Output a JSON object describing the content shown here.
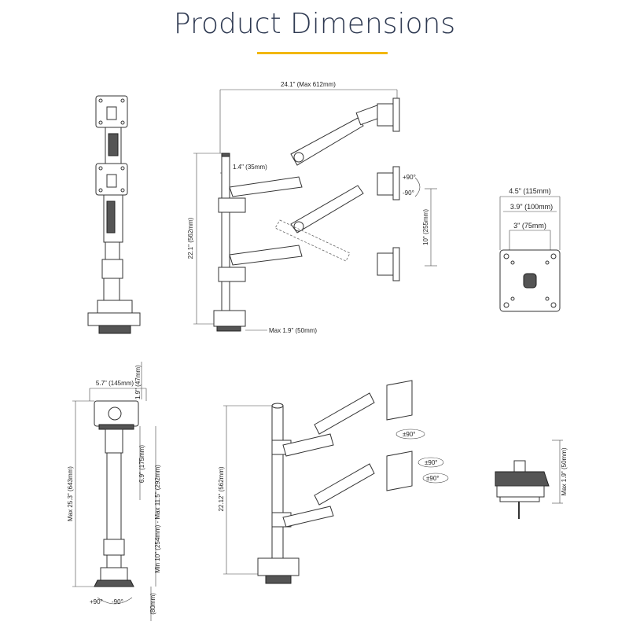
{
  "header": {
    "title": "Product Dimensions",
    "accent_color": "#f2b705"
  },
  "dimensions": {
    "width_total": "24.1\" (Max 612mm)",
    "pole_offset": "1.4\" (35mm)",
    "height_total": "22.1\" (562mm)",
    "rotate_pos": "+90°",
    "rotate_neg": "-90°",
    "vertical_travel": "10\" (255mm)",
    "desk_thickness": "Max 1.9\" (50mm)",
    "vesa_115": "4.5\"  (115mm)",
    "vesa_100": "3.9\" (100mm)",
    "vesa_75": "3\" (75mm)",
    "base_width": "5.7\" (145mm)",
    "clamp_top": "1.9\" (47mm)",
    "max_height": "Max 25.3\" (643mm)",
    "arm_depth": "6.9\" (175mm)",
    "extension": "Min 10\" (254mm) - Max 11.5\" (292mm)",
    "bottom_gap": "(80mm)",
    "swivel_pos": "+90°",
    "swivel_neg": "-90°",
    "pole_height_2": "22.12\" (562mm)",
    "tilt_1": "±90°",
    "tilt_2": "±90°",
    "tilt_3": "±90°",
    "clamp_height": "Max 1.9\" (50mm)"
  }
}
